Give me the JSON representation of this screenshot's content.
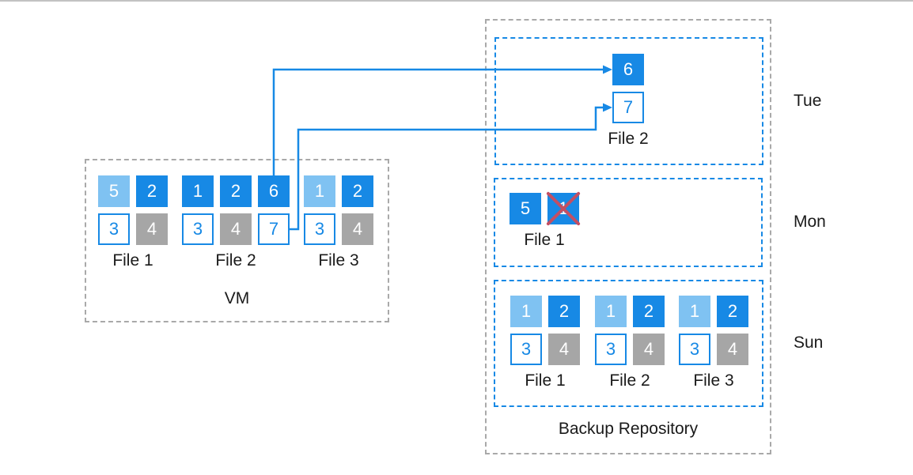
{
  "colors": {
    "solid": "#1789e5",
    "light": "#7fc2f2",
    "gray": "#a6a6a6",
    "outline_border": "#1789e5",
    "cross": "#c34f63",
    "box_gray": "#a9a9a9",
    "box_blue": "#1789e5",
    "arrow": "#1789e5",
    "topline": "#c2c2c2",
    "text": "#1a1a1a"
  },
  "vm": {
    "label": "VM",
    "files": [
      {
        "name": "File 1",
        "rows": [
          [
            {
              "n": "5",
              "s": "light"
            },
            {
              "n": "2",
              "s": "solid"
            }
          ],
          [
            {
              "n": "3",
              "s": "outline"
            },
            {
              "n": "4",
              "s": "gray"
            }
          ]
        ]
      },
      {
        "name": "File 2",
        "rows": [
          [
            {
              "n": "1",
              "s": "solid"
            },
            {
              "n": "2",
              "s": "solid"
            },
            {
              "n": "6",
              "s": "solid"
            }
          ],
          [
            {
              "n": "3",
              "s": "outline"
            },
            {
              "n": "4",
              "s": "gray"
            },
            {
              "n": "7",
              "s": "outline"
            }
          ]
        ]
      },
      {
        "name": "File 3",
        "rows": [
          [
            {
              "n": "1",
              "s": "light"
            },
            {
              "n": "2",
              "s": "solid"
            }
          ],
          [
            {
              "n": "3",
              "s": "outline"
            },
            {
              "n": "4",
              "s": "gray"
            }
          ]
        ]
      }
    ]
  },
  "repository": {
    "label": "Backup Repository",
    "days": [
      {
        "day": "Tue",
        "files": [
          {
            "name": "File 2",
            "rows": [
              [
                {
                  "n": "6",
                  "s": "solid"
                }
              ],
              [
                {
                  "n": "7",
                  "s": "outline"
                }
              ]
            ]
          }
        ]
      },
      {
        "day": "Mon",
        "files": [
          {
            "name": "File 1",
            "rows": [
              [
                {
                  "n": "5",
                  "s": "solid"
                },
                {
                  "n": "1",
                  "s": "solid",
                  "crossed": true
                }
              ]
            ]
          }
        ]
      },
      {
        "day": "Sun",
        "files": [
          {
            "name": "File 1",
            "rows": [
              [
                {
                  "n": "1",
                  "s": "light"
                },
                {
                  "n": "2",
                  "s": "solid"
                }
              ],
              [
                {
                  "n": "3",
                  "s": "outline"
                },
                {
                  "n": "4",
                  "s": "gray"
                }
              ]
            ]
          },
          {
            "name": "File 2",
            "rows": [
              [
                {
                  "n": "1",
                  "s": "light"
                },
                {
                  "n": "2",
                  "s": "solid"
                }
              ],
              [
                {
                  "n": "3",
                  "s": "outline"
                },
                {
                  "n": "4",
                  "s": "gray"
                }
              ]
            ]
          },
          {
            "name": "File 3",
            "rows": [
              [
                {
                  "n": "1",
                  "s": "light"
                },
                {
                  "n": "2",
                  "s": "solid"
                }
              ],
              [
                {
                  "n": "3",
                  "s": "outline"
                },
                {
                  "n": "4",
                  "s": "gray"
                }
              ]
            ]
          }
        ]
      }
    ]
  },
  "arrows": [
    {
      "from": "vm-file2-block-6",
      "to": "tue-file2-block-6"
    },
    {
      "from": "vm-file2-block-7",
      "to": "tue-file2-block-7"
    }
  ]
}
